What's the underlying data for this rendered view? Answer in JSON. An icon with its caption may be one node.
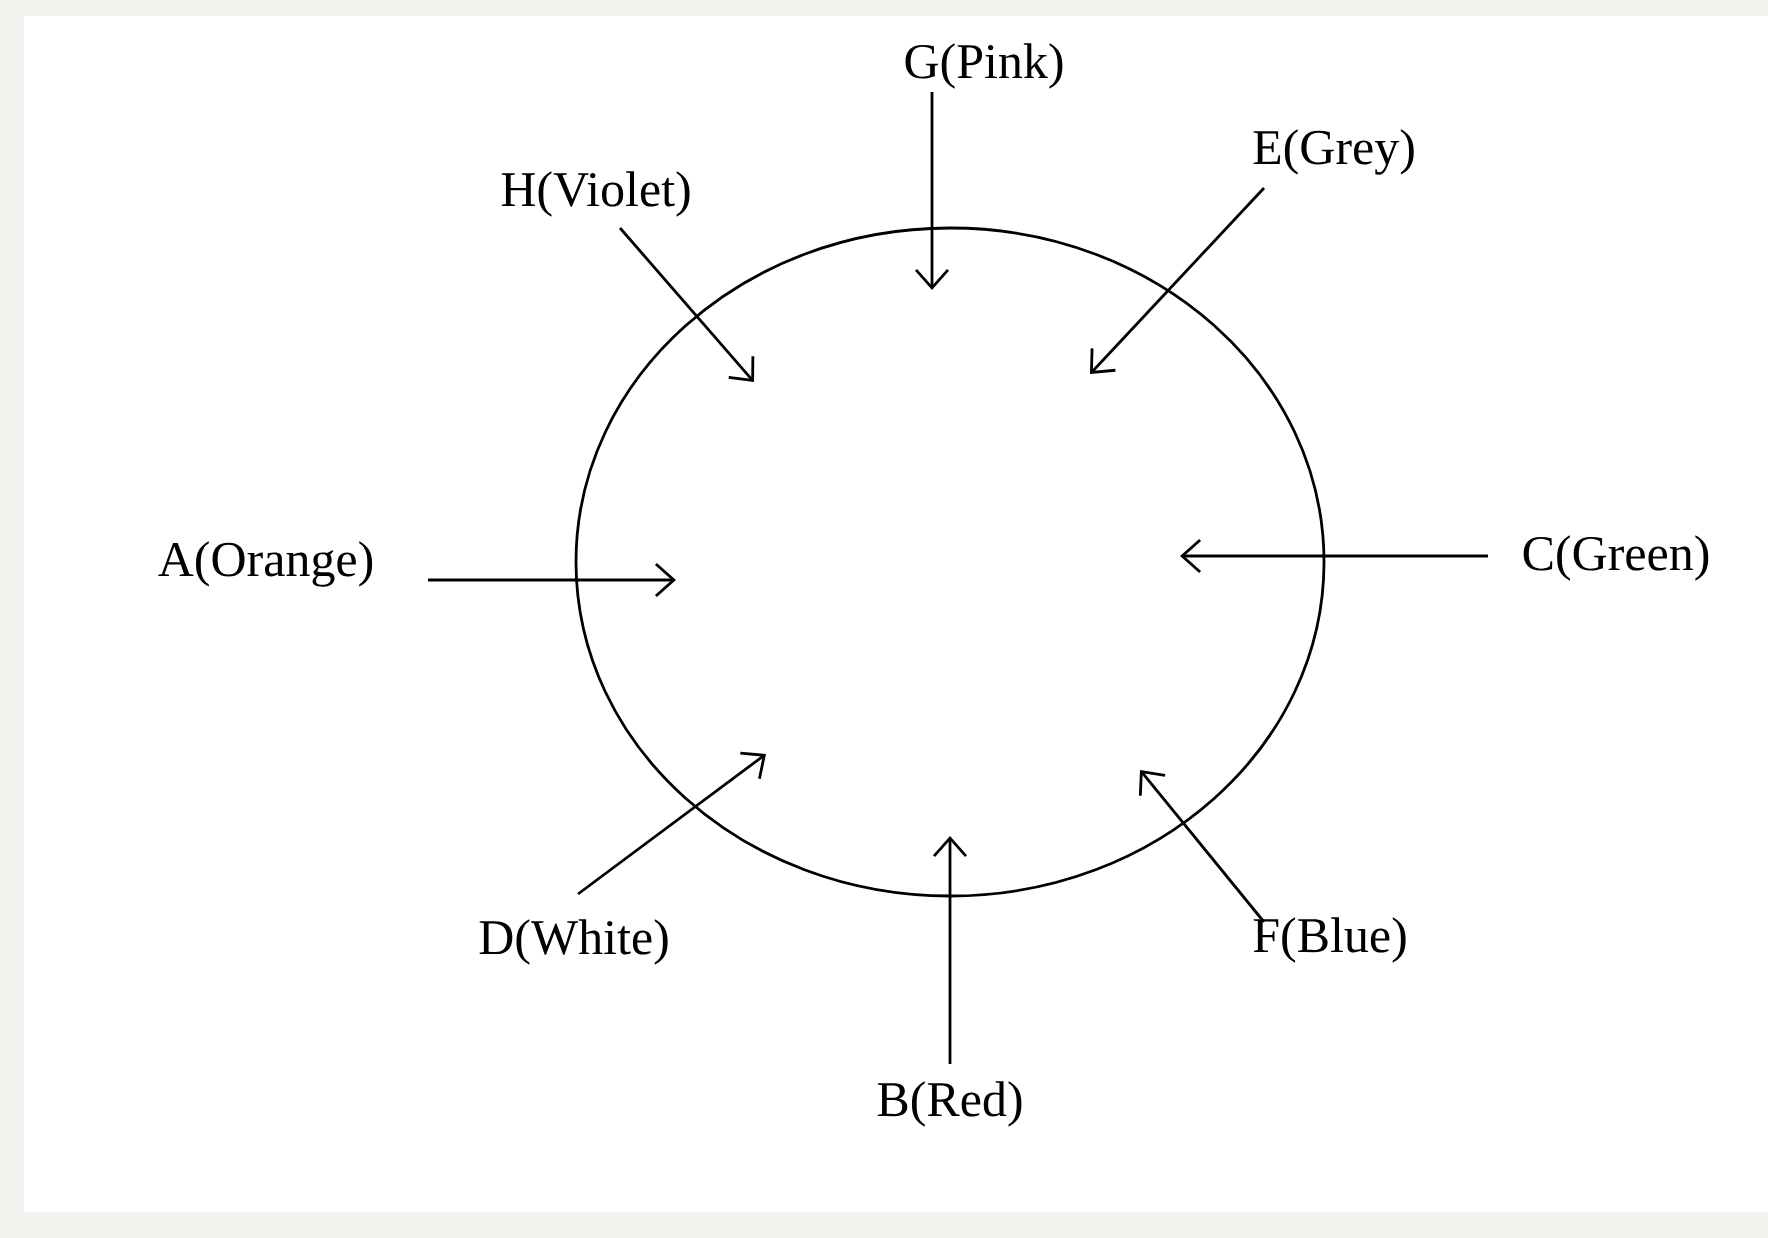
{
  "diagram": {
    "nodes": [
      {
        "text": [],
        "shape": "circle"
      },
      {
        "text": [
          "G(Pink)"
        ]
      },
      {
        "text": [
          "H(Violet)"
        ]
      },
      {
        "text": [
          "E(Grey)"
        ]
      },
      {
        "text": [
          "A(Orange)"
        ]
      },
      {
        "text": [
          "C(Green)"
        ]
      },
      {
        "text": [
          "D(White)"
        ]
      },
      {
        "text": [
          "F(Blue)"
        ]
      },
      {
        "text": [
          "B(Red)"
        ]
      }
    ],
    "edges": [
      {
        "from": 1,
        "to": 0,
        "arrow": "to"
      },
      {
        "from": 2,
        "to": 0,
        "arrow": "to"
      },
      {
        "from": 3,
        "to": 0,
        "arrow": "to"
      },
      {
        "from": 4,
        "to": 0,
        "arrow": "to"
      },
      {
        "from": 5,
        "to": 0,
        "arrow": "to"
      },
      {
        "from": 6,
        "to": 0,
        "arrow": "to"
      },
      {
        "from": 7,
        "to": 0,
        "arrow": "to"
      },
      {
        "from": 8,
        "to": 0,
        "arrow": "to"
      }
    ]
  }
}
